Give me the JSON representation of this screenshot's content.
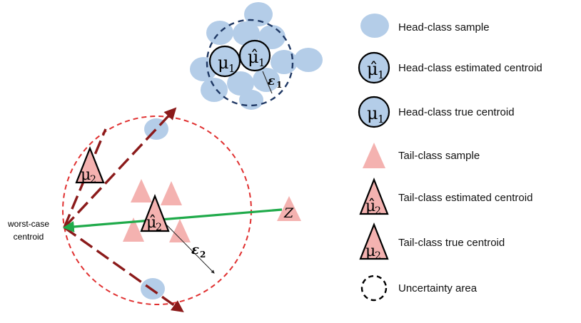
{
  "symbols": {
    "mu1": "μ",
    "mu1_sub": "1",
    "mu1_hat": "μ̂",
    "mu2": "μ",
    "mu2_sub": "2",
    "mu2_hat": "μ̂",
    "eps1": "ε",
    "eps1_sub": "1",
    "eps2": "ε",
    "eps2_sub": "2",
    "z": "Z",
    "worst_case_line1": "worst-case",
    "worst_case_line2": "centroid"
  },
  "legend": {
    "items": [
      {
        "icon": "head-class-sample-icon",
        "label": "Head-class sample"
      },
      {
        "icon": "head-class-estimated-centroid-icon",
        "label": "Head-class estimated centroid"
      },
      {
        "icon": "head-class-true-centroid-icon",
        "label": "Head-class true centroid"
      },
      {
        "icon": "tail-class-sample-icon",
        "label": "Tail-class sample"
      },
      {
        "icon": "tail-class-estimated-centroid-icon",
        "label": "Tail-class estimated centroid"
      },
      {
        "icon": "tail-class-true-centroid-icon",
        "label": "Tail-class true centroid"
      },
      {
        "icon": "uncertainty-area-icon",
        "label": "Uncertainty area"
      }
    ]
  },
  "colors": {
    "head_fill": "#b4cde8",
    "tail_fill": "#f4b2b0",
    "centroid_outline": "#000000",
    "head_uncertainty": "#1f3864",
    "tail_uncertainty": "#e03030",
    "arrow_dashed": "#8b1a1a",
    "arrow_green": "#1faa4a"
  }
}
